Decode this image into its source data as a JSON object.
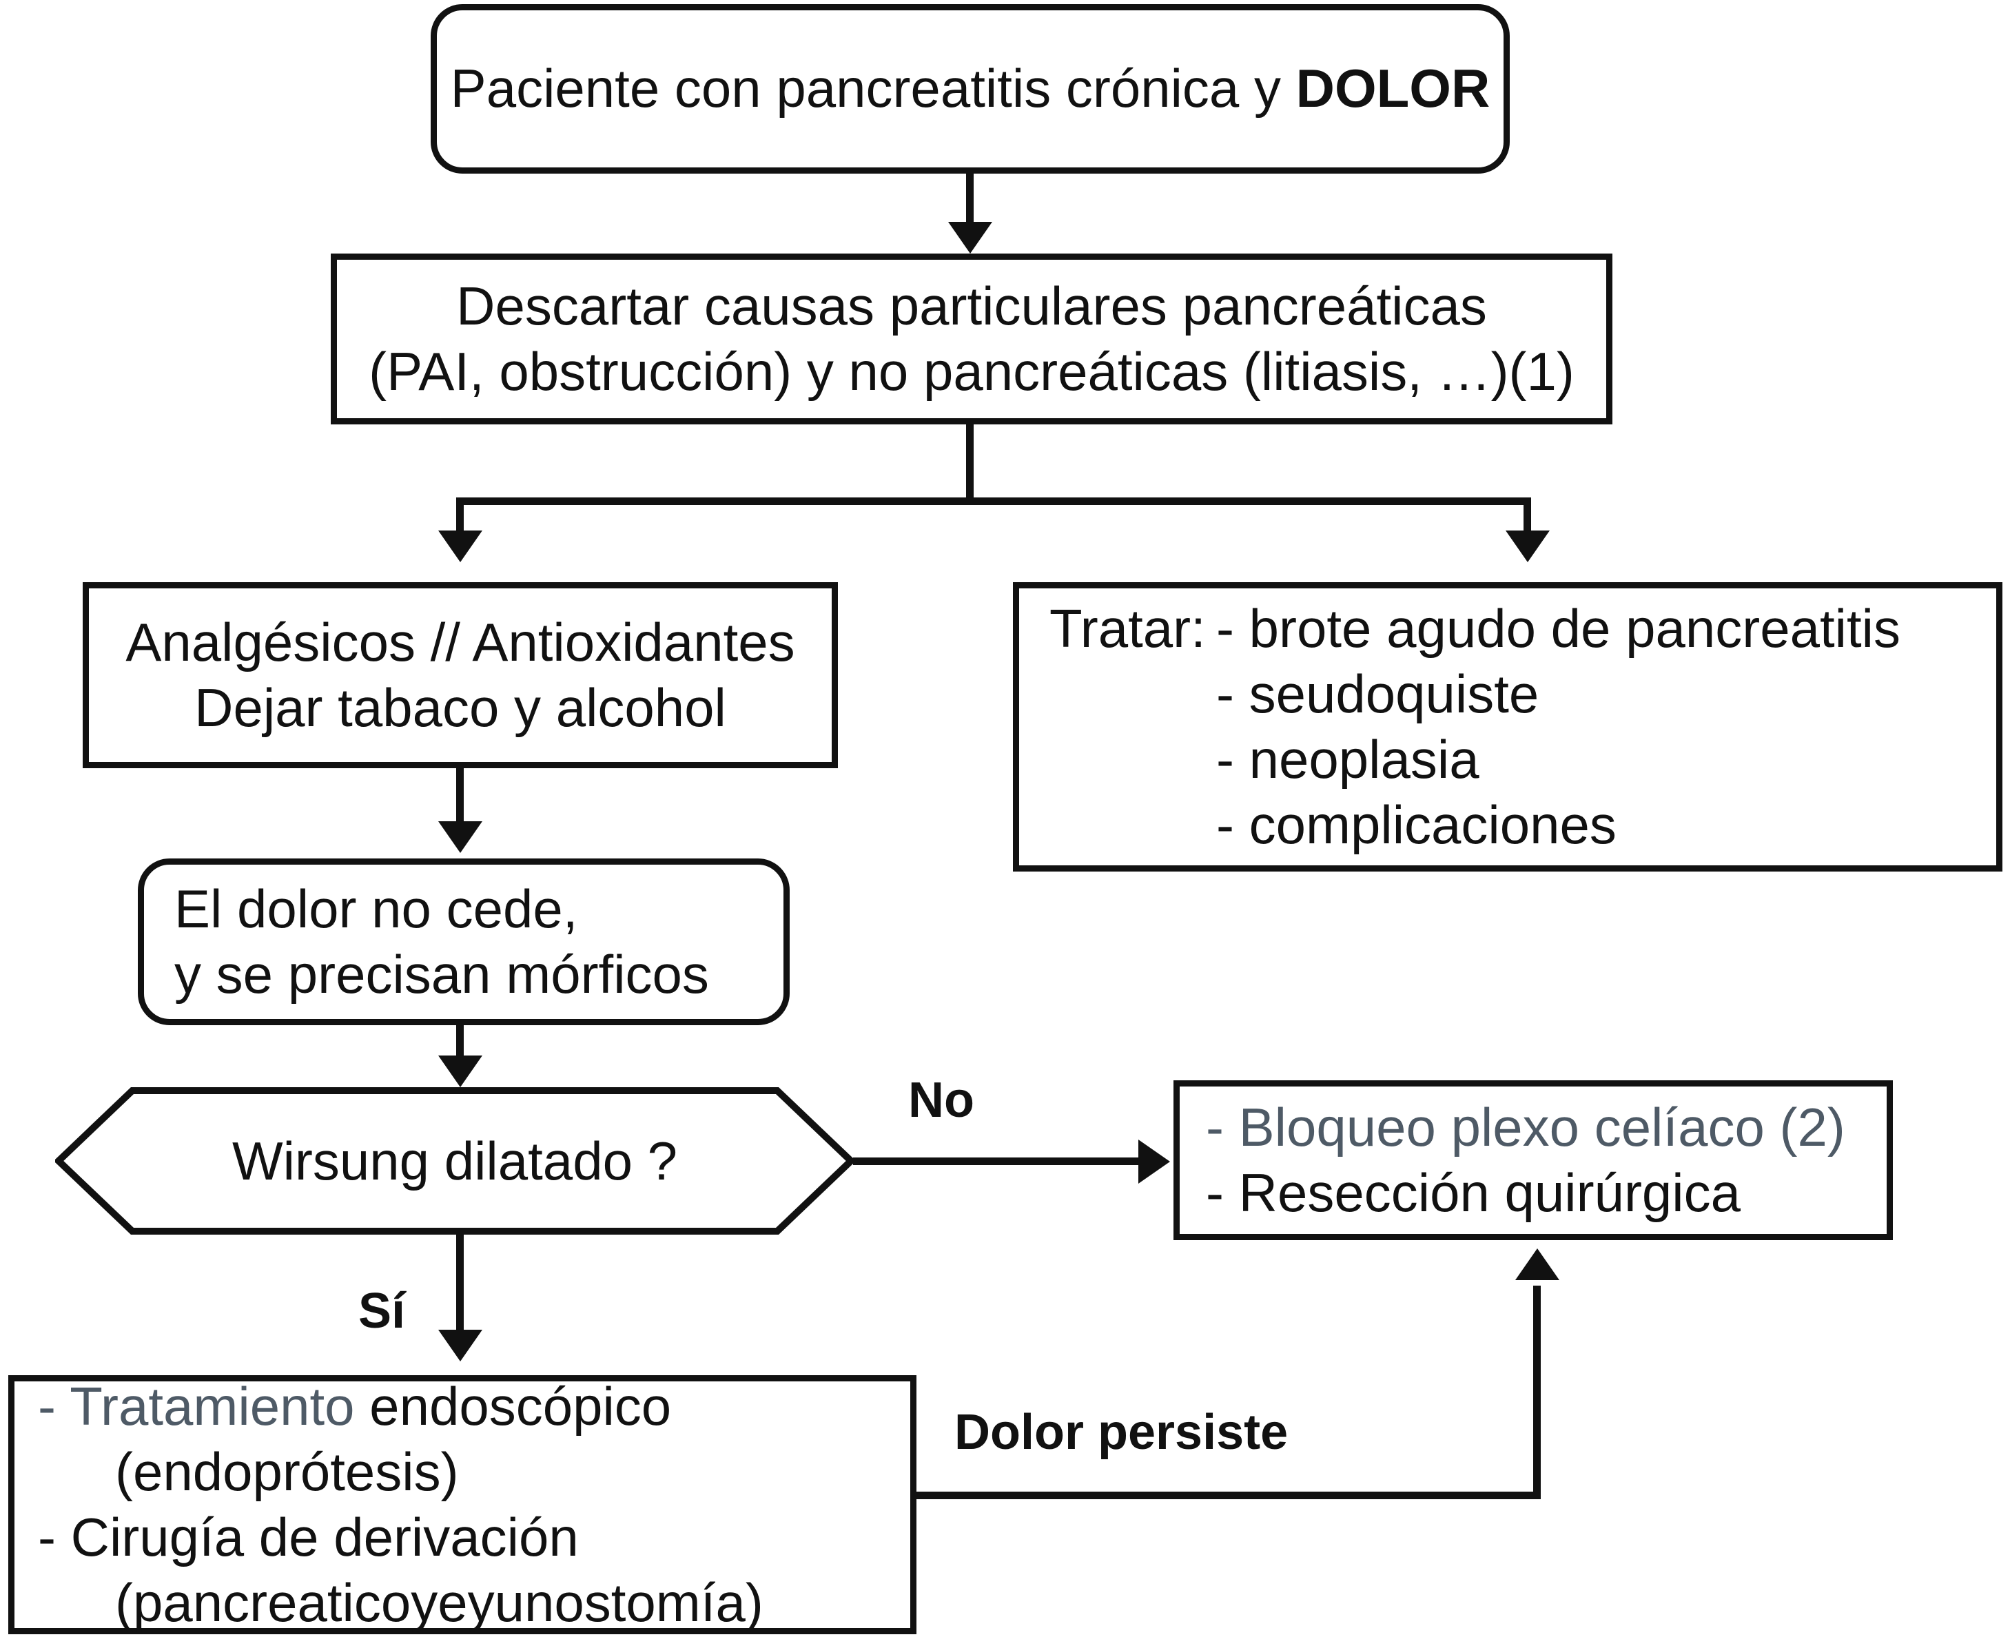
{
  "title": "Algoritmo de manejo del dolor en pancreatitis crónica",
  "colors": {
    "stroke": "#111111",
    "background": "#ffffff",
    "accent_blue_gray": "#4e5a66"
  },
  "nodes": {
    "start": {
      "shape": "rounded-rectangle",
      "text_plain": "Paciente con pancreatitis crónica y DOLOR",
      "line1_a": "Paciente con pancreatitis crónica y ",
      "line1_b": "DOLOR"
    },
    "descartar": {
      "shape": "rectangle",
      "line1": "Descartar causas particulares pancreáticas",
      "line2": "(PAI, obstrucción) y no pancreáticas (litiasis, …)(1)"
    },
    "analgesicos": {
      "shape": "rectangle",
      "line1": "Analgésicos // Antioxidantes",
      "line2": "Dejar tabaco y alcohol"
    },
    "tratar": {
      "shape": "rectangle",
      "label": "Tratar:",
      "items": [
        "- brote agudo de pancreatitis",
        "- seudoquiste",
        "- neoplasia",
        "- complicaciones"
      ]
    },
    "dolor_cede": {
      "shape": "rounded-rectangle",
      "line1": "El dolor no cede,",
      "line2": "y se precisan mórficos"
    },
    "wirsung": {
      "shape": "hexagon-decision",
      "text": "Wirsung dilatado ?"
    },
    "bloqueo": {
      "shape": "rectangle",
      "line1": "- Bloqueo plexo celíaco (2)",
      "line2": "- Resección quirúrgica"
    },
    "endoscopico": {
      "shape": "rectangle",
      "line1_a": "- Tratamiento",
      "line1_b": " endoscópico",
      "line2": "(endoprótesis)",
      "line3": "- Cirugía de derivación",
      "line4": "(pancreaticoyeyunostomía)"
    }
  },
  "edges": {
    "no_label": "No",
    "si_label": "Sí",
    "dolor_persiste_label": "Dolor persiste"
  }
}
